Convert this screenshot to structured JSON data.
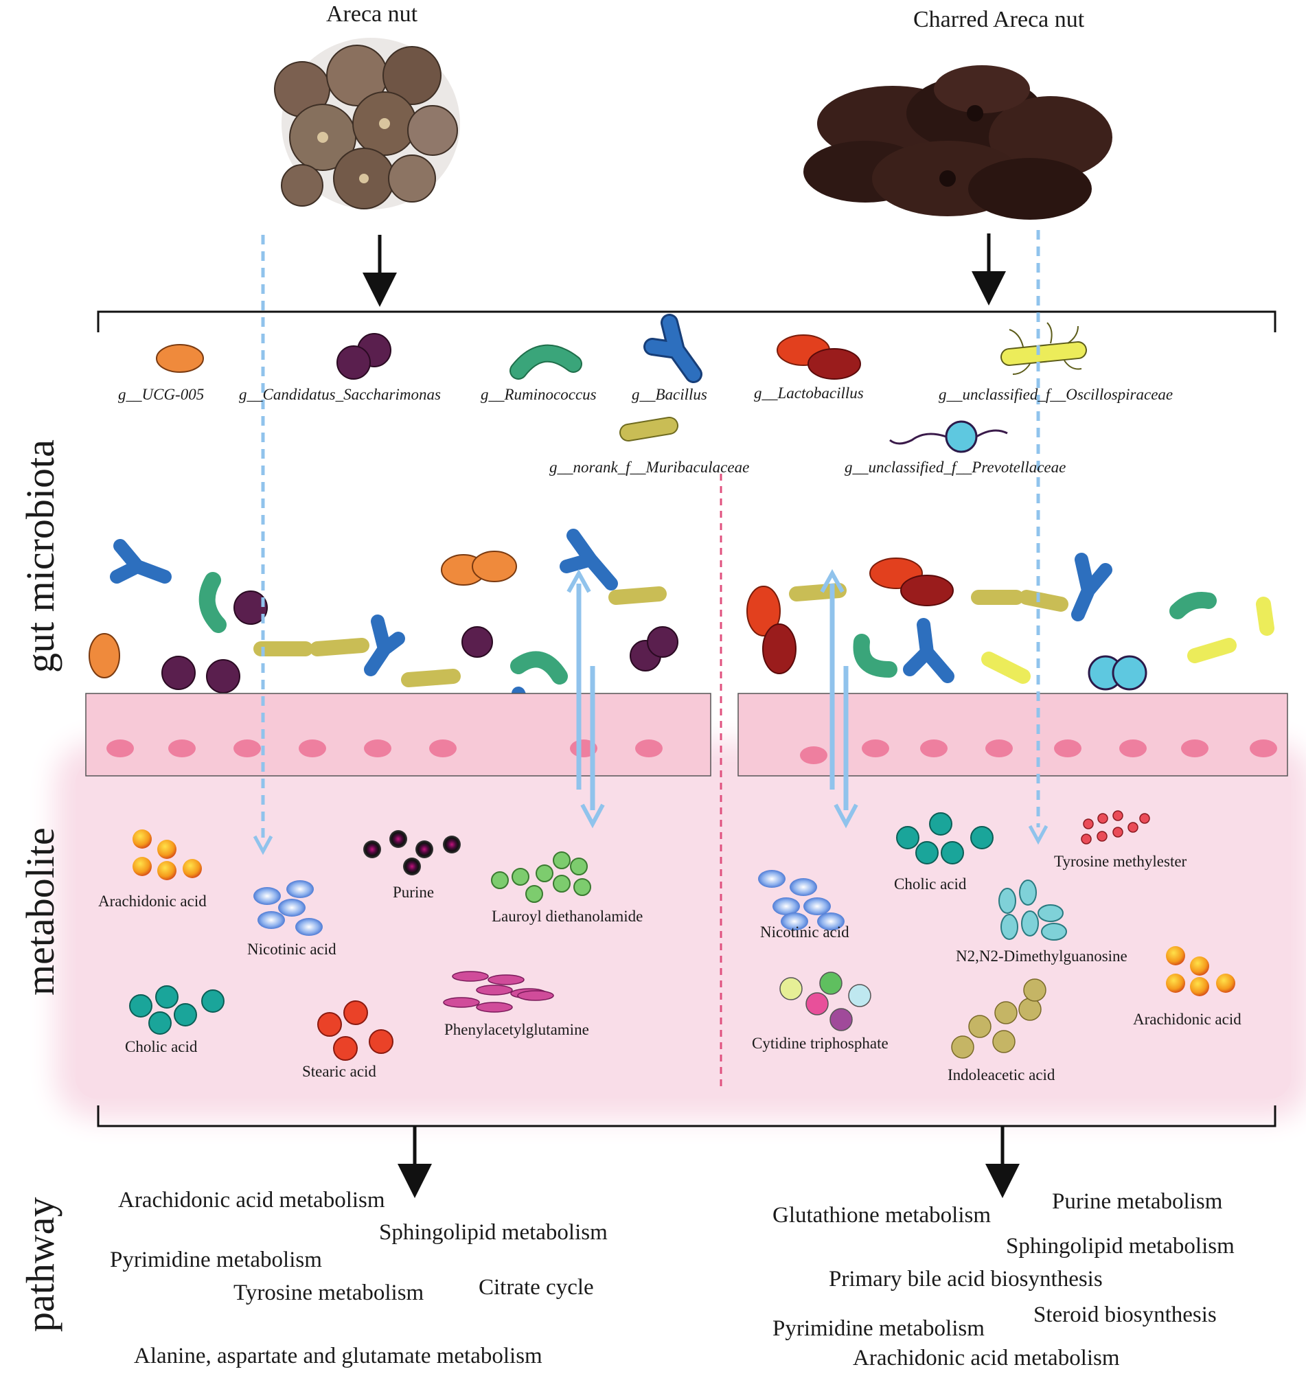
{
  "sources": {
    "left": "Areca nut",
    "right": "Charred Areca nut"
  },
  "sections": {
    "microbiota": "gut microbiota",
    "metabolite": "metabolite",
    "pathway": "pathway"
  },
  "bacteria": [
    {
      "label": "g__UCG-005",
      "color": "#ef8a3c"
    },
    {
      "label": "g__Candidatus_Saccharimonas",
      "color": "#5a1f4e"
    },
    {
      "label": "g__Ruminococcus",
      "color": "#3aa57a"
    },
    {
      "label": "g__Bacillus",
      "color": "#2d6fbe"
    },
    {
      "label": "g__Lactobacillus",
      "color": "#e2401e"
    },
    {
      "label": "g__unclassified_f__Oscillospiraceae",
      "color": "#ecec5a"
    },
    {
      "label": "g__norank_f__Muribaculaceae",
      "color": "#c9bd55"
    },
    {
      "label": "g__unclassified_f__Prevotellaceae",
      "color": "#5ec8e0"
    }
  ],
  "metabolites_left": [
    "Arachidonic acid",
    "Nicotinic acid",
    "Purine",
    "Lauroyl diethanolamide",
    "Cholic acid",
    "Stearic acid",
    "Phenylacetylglutamine"
  ],
  "metabolites_right": [
    "Nicotinic acid",
    "Cholic acid",
    "Tyrosine methylester",
    "N2,N2-Dimethylguanosine",
    "Cytidine triphosphate",
    "Indoleacetic acid",
    "Arachidonic acid"
  ],
  "pathways_left": [
    "Arachidonic acid metabolism",
    "Sphingolipid metabolism",
    "Pyrimidine metabolism",
    "Tyrosine metabolism",
    "Citrate cycle",
    "Alanine, aspartate and glutamate metabolism"
  ],
  "pathways_right": [
    "Glutathione metabolism",
    "Purine metabolism",
    "Sphingolipid metabolism",
    "Primary bile acid biosynthesis",
    "Pyrimidine metabolism",
    "Steroid biosynthesis",
    "Arachidonic acid metabolism"
  ],
  "colors": {
    "blue_arrow": "#90c3ec",
    "divider": "#e0507e",
    "cell_fill": "#f7c9d7",
    "nucleus": "#ee7f9f",
    "lumen": "#f9dde8"
  }
}
